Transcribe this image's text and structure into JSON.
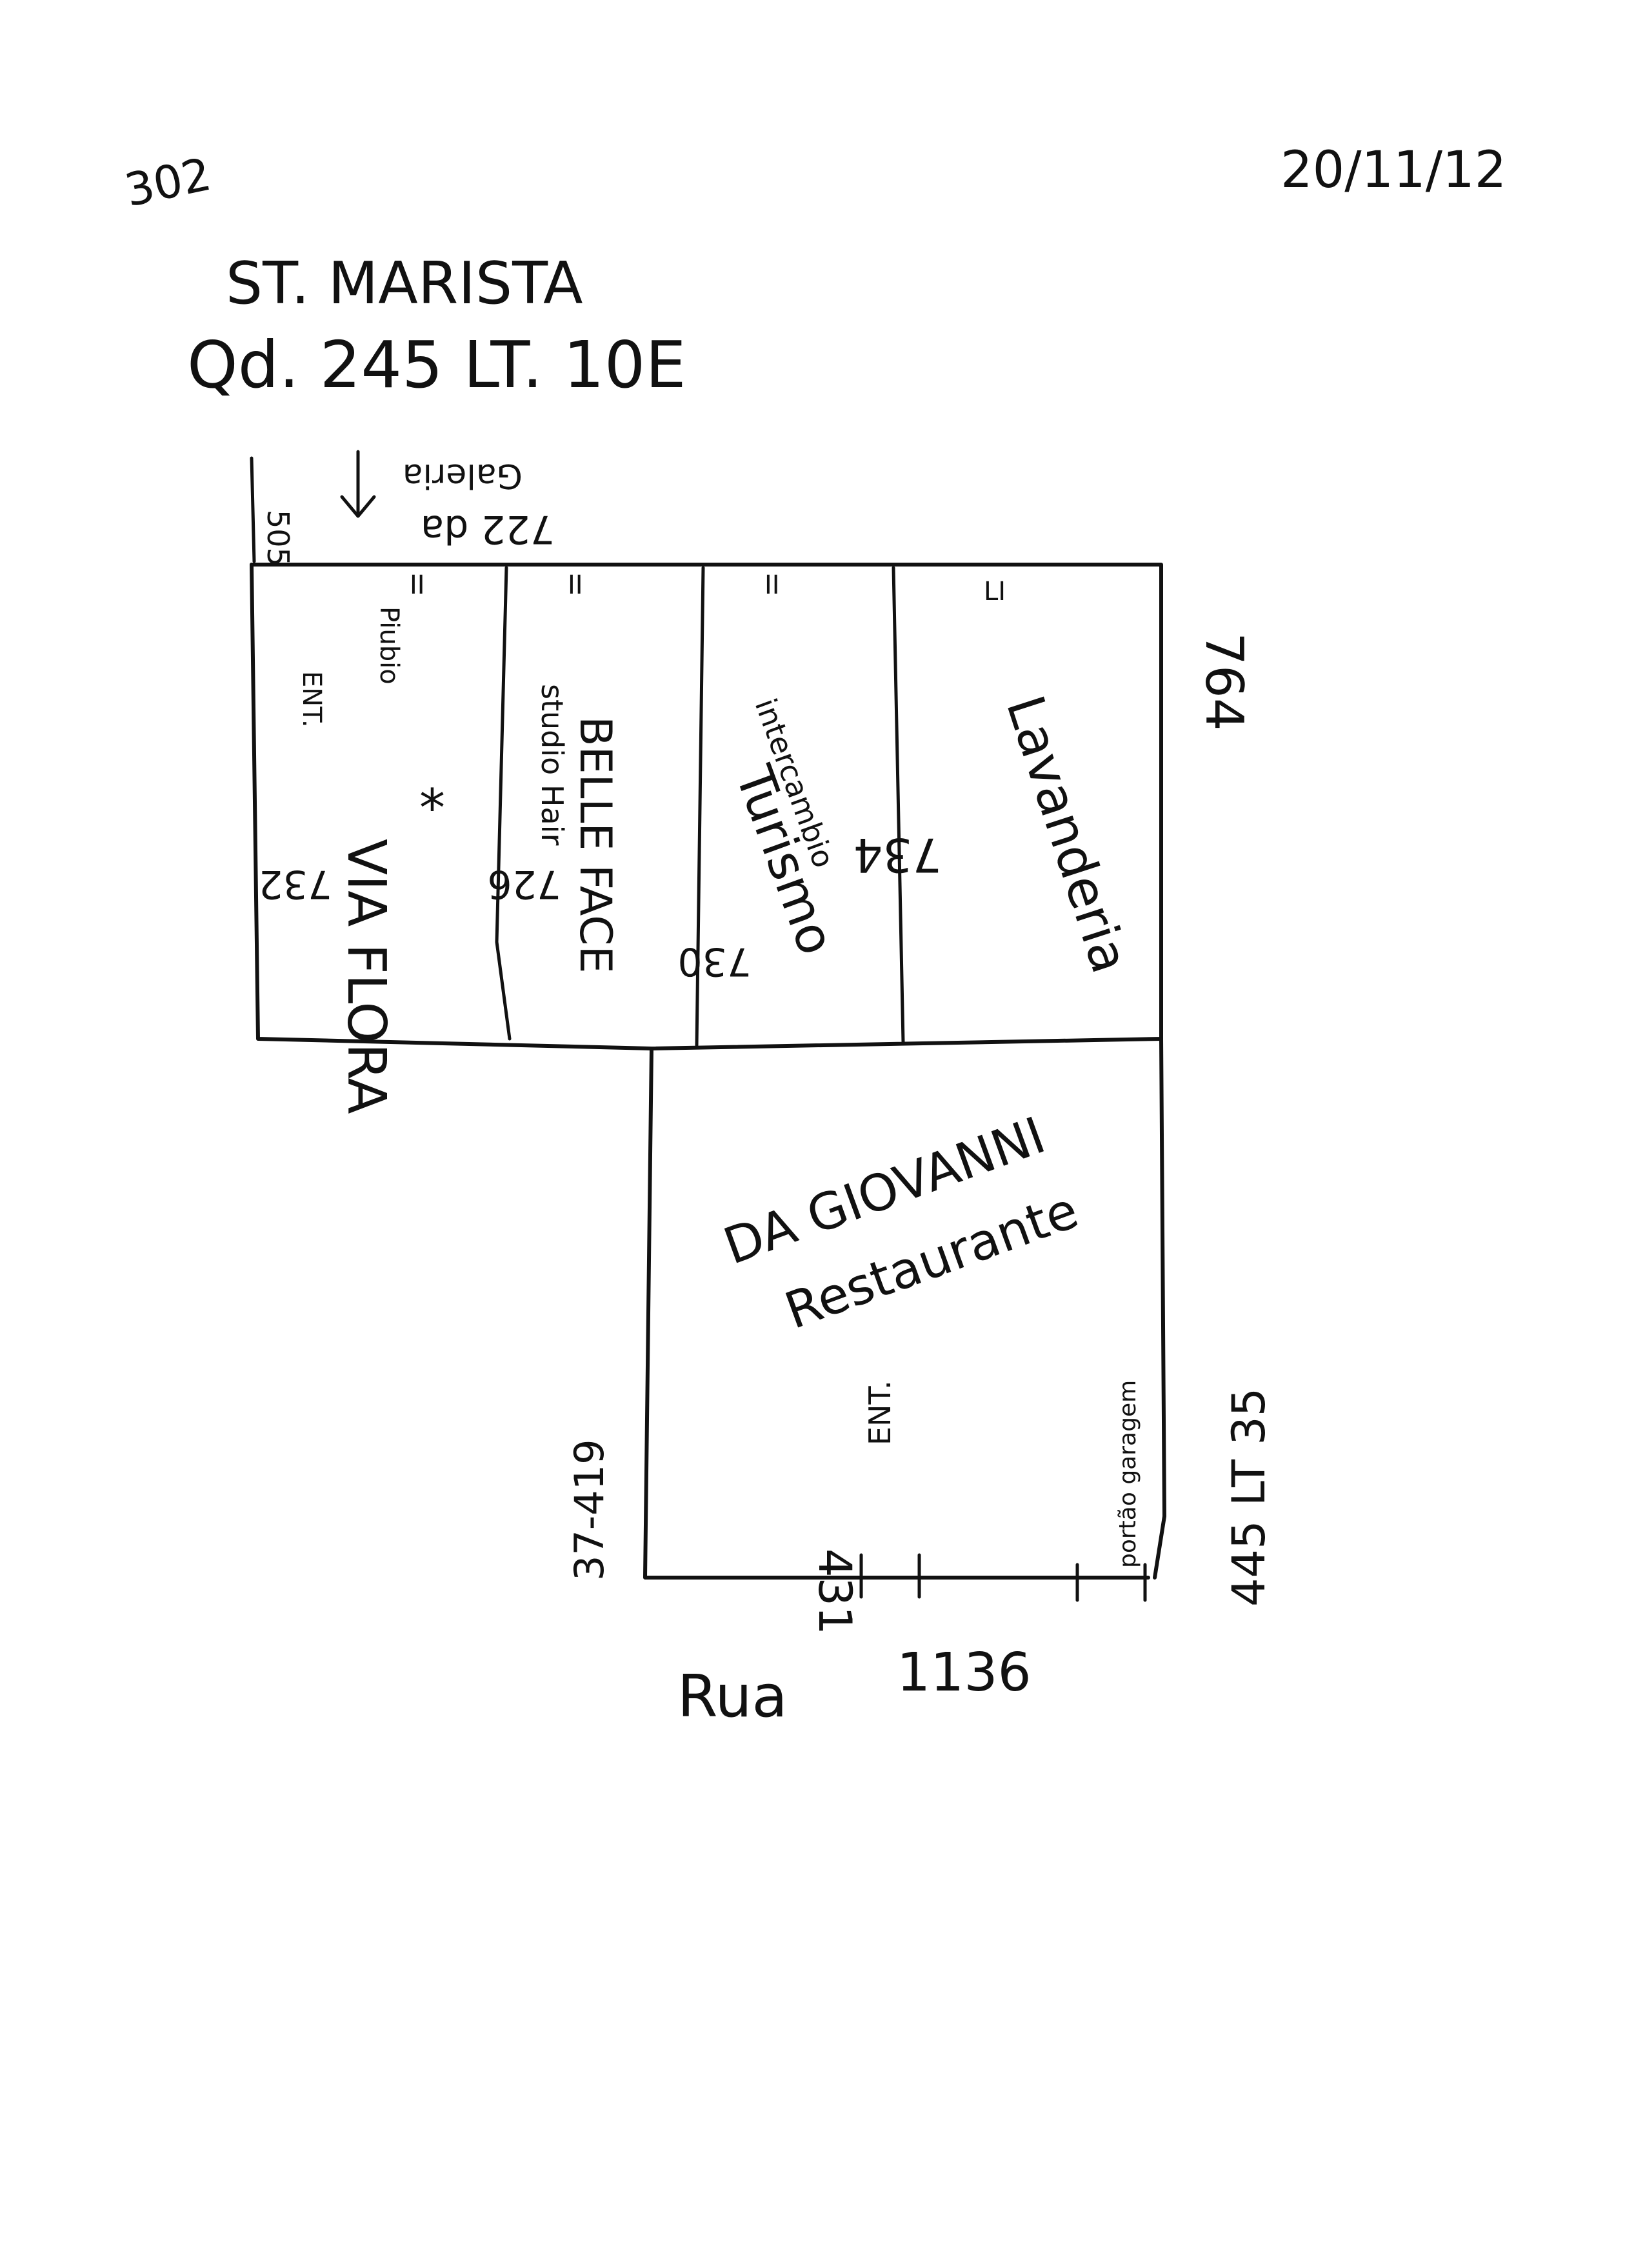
{
  "header": {
    "page_number": "302",
    "date": "20/11/12",
    "block_line1": "ST. MARISTA",
    "block_line2": "Qd. 245 LT. 10E"
  },
  "top_street": {
    "number_left": "505",
    "number_center": "722 da",
    "name": "Galeria",
    "number_right": "764"
  },
  "units": [
    {
      "name": "VIA FLORA",
      "note": "Piubio",
      "entrance": "ENT.",
      "number": "732",
      "mark": "*",
      "tick": "II"
    },
    {
      "name": "BELLE FACE",
      "subtitle": "studio Hair",
      "number": "726",
      "tick": "II"
    },
    {
      "name": "Turismo",
      "subtitle": "intercambio",
      "number": "730",
      "tick": "II"
    },
    {
      "name": "Lavanderia",
      "number": "734",
      "tick": "LI"
    }
  ],
  "restaurant": {
    "line1": "DA GIOVANNI",
    "line2": "Restaurante",
    "number": "431",
    "entrance": "ENT.",
    "note": "portão garagem",
    "number_left": "37-419"
  },
  "bottom_street": {
    "name": "Rua",
    "number": "1136"
  },
  "right_label": "445 LT 35"
}
